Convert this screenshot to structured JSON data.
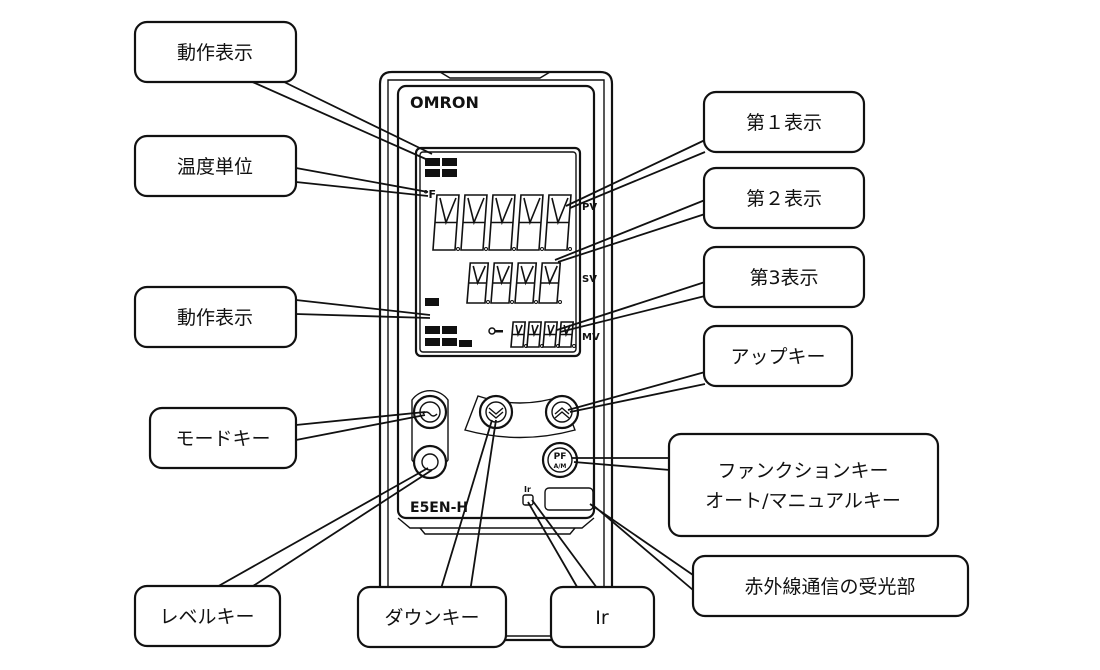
{
  "device": {
    "brand": "OMRON",
    "model": "E5EN-H",
    "display_labels": {
      "pv": "PV",
      "sv": "SV",
      "mv": "MV"
    },
    "ir_label": "Ir",
    "key_pf_top": "PF",
    "key_pf_bottom": "A/M"
  },
  "callouts": [
    {
      "id": "operation-indicator-top",
      "label": "動作表示"
    },
    {
      "id": "temperature-unit",
      "label": "温度単位"
    },
    {
      "id": "operation-indicator-bottom",
      "label": "動作表示"
    },
    {
      "id": "mode-key",
      "label": "モードキー"
    },
    {
      "id": "level-key",
      "label": "レベルキー"
    },
    {
      "id": "down-key",
      "label": "ダウンキー"
    },
    {
      "id": "ir",
      "label": "Ir"
    },
    {
      "id": "display-1",
      "label": "第１表示"
    },
    {
      "id": "display-2",
      "label": "第２表示"
    },
    {
      "id": "display-3",
      "label": "第3表示"
    },
    {
      "id": "up-key",
      "label": "アップキー"
    },
    {
      "id": "function-key",
      "label_line1": "ファンクションキー",
      "label_line2": "オート/マニュアルキー"
    },
    {
      "id": "ir-receiver",
      "label": "赤外線通信の受光部"
    }
  ]
}
